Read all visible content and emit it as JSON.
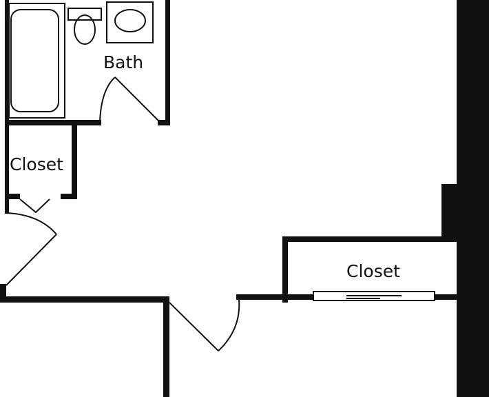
{
  "rooms": {
    "bath": "Bath",
    "closet_left": "Closet",
    "closet_right": "Closet"
  },
  "colors": {
    "wall": "#111111",
    "background": "#ffffff"
  }
}
